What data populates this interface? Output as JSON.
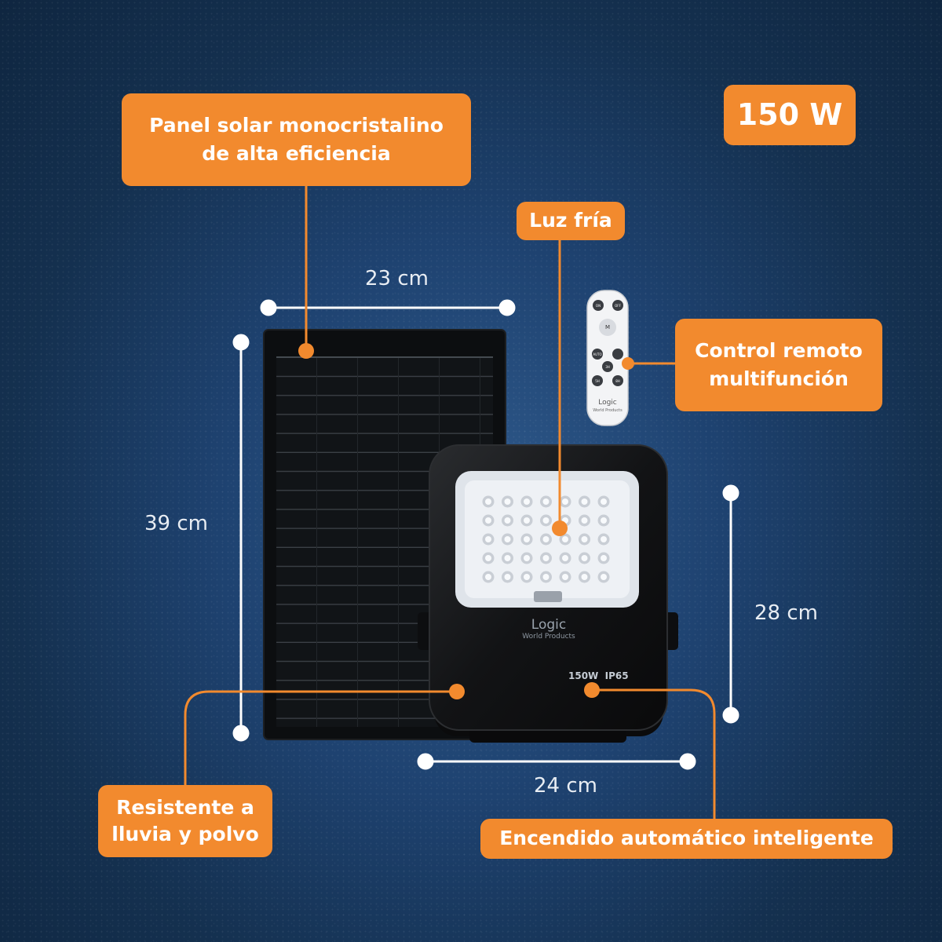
{
  "badges": {
    "power": "150 W"
  },
  "callouts": {
    "panel_line1": "Panel solar monocristalino",
    "panel_line2": "de alta eficiencia",
    "cold_light": "Luz fría",
    "remote_line1": "Control remoto",
    "remote_line2": "multifunción",
    "weather_line1": "Resistente a",
    "weather_line2": "lluvia y polvo",
    "auto_on": "Encendido automático inteligente"
  },
  "dimensions": {
    "panel_width": "23 cm",
    "panel_height": "39 cm",
    "lamp_height": "28 cm",
    "lamp_width": "24 cm"
  },
  "product": {
    "brand": "Logic",
    "brand_sub": "World Products",
    "rating": "150W  IP65"
  },
  "remote_buttons": [
    "ON",
    "OFF",
    "M",
    "AUTO",
    "",
    "3H",
    "5H",
    "8H"
  ],
  "colors": {
    "accent": "#f28a2e",
    "background": "#1e4270",
    "text": "#ffffff"
  }
}
